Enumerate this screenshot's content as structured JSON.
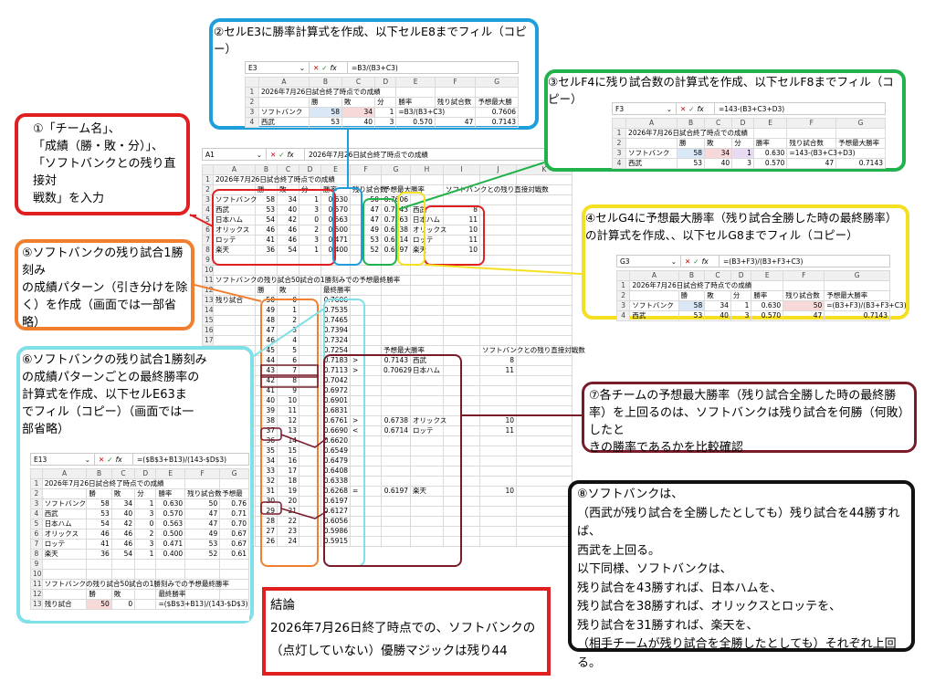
{
  "colors": {
    "red": "#e02020",
    "blue": "#1e9fdc",
    "green": "#22b24c",
    "yellow": "#f4e020",
    "orange": "#f08030",
    "cyan": "#7fe0e8",
    "maroon": "#7a1b2a",
    "black": "#111111"
  },
  "notes": {
    "n1": [
      "①「チーム名」、",
      "「成績（勝・敗・分）」、",
      "「ソフトバンクとの残り直接対",
      "戦数」を入力"
    ],
    "n2": "②セルE3に勝率計算式を作成、以下セルE8までフィル（コピー）",
    "n3": "③セルF4に残り試合数の計算式を作成、以下セルF8までフィル（コピー）",
    "n4": [
      "④セルG4に予想最大勝率（残り試合全勝した時の最終勝率）",
      "の計算式を作成、、以下セルG8までフィル（コピー）"
    ],
    "n5": [
      "⑤ソフトバンクの残り試合1勝刻み",
      "の成績パターン（引き分けを除",
      "く）を作成（画面では一部省",
      "略）"
    ],
    "n6": [
      "⑥ソフトバンクの残り試合1勝刻み",
      "の成績パターンごとの最終勝率の",
      "計算式を作成、以下セルE63ま",
      "でフィル（コピー）（画面では一",
      "部省略）"
    ],
    "n7": [
      "⑦各チームの予想最大勝率（残り試合全勝した時の最終勝",
      "率）を上回るのは、ソフトバンクは残り試合を何勝（何敗）したと",
      "きの勝率であるかを比較確認"
    ],
    "n8": [
      "⑧ソフトバンクは、",
      "（西武が残り試合を全勝したとしても）残り試合を44勝すれば、",
      "西武を上回る。",
      "以下同様、ソフトバンクは、",
      "残り試合を43勝すれば、日本ハムを、",
      "残り試合を38勝すれば、オリックスとロッテを、",
      "残り試合を31勝すれば、楽天を、",
      "（相手チームが残り試合を全勝したとしても）それぞれ上回る。"
    ],
    "conclusion": [
      "結論",
      "2026年7月26日終了時点での、ソフトバンクの",
      "（点灯していない）優勝マジックは残り44"
    ]
  },
  "sheet2": {
    "cell": "E3",
    "formula": "=B3/(B3+C3)",
    "cols": [
      "A",
      "B",
      "C",
      "D",
      "E",
      "F",
      "G"
    ],
    "rows": [
      [
        "1",
        "2026年7月26日試合終了時点での成績",
        "",
        "",
        "",
        "",
        ""
      ],
      [
        "2",
        "",
        "勝",
        "敗",
        "分",
        "勝率",
        "残り試合数",
        "予想最大勝"
      ],
      [
        "3",
        "ソフトバンク",
        "58",
        "34",
        "1",
        "=B3/(B3+C3)",
        "",
        "0.7606"
      ],
      [
        "4",
        "西武",
        "53",
        "40",
        "3",
        "0.570",
        "47",
        "0.7143"
      ]
    ]
  },
  "sheet3": {
    "cell": "F3",
    "formula": "=143-(B3+C3+D3)",
    "rows": [
      [
        "1",
        "2026年7月26日試合終了時点での成績",
        "",
        "",
        "",
        "",
        "",
        ""
      ],
      [
        "2",
        "",
        "勝",
        "敗",
        "分",
        "勝率",
        "残り試合数",
        "予想最大勝率"
      ],
      [
        "3",
        "ソフトバンク",
        "58",
        "34",
        "1",
        "0.630",
        "=143-(B3+C3+D3)",
        ""
      ],
      [
        "4",
        "西武",
        "53",
        "40",
        "3",
        "0.570",
        "47",
        "0.7143"
      ]
    ]
  },
  "sheet4": {
    "cell": "G3",
    "formula": "=(B3+F3)/(B3+F3+C3)",
    "rows": [
      [
        "1",
        "2026年7月26日試合終了時点での成績",
        "",
        "",
        "",
        "",
        "",
        ""
      ],
      [
        "2",
        "",
        "勝",
        "敗",
        "分",
        "勝率",
        "残り試合数",
        "予想最大勝率"
      ],
      [
        "3",
        "ソフトバンク",
        "58",
        "34",
        "1",
        "0.630",
        "50",
        "=(B3+F3)/(B3+F3+C3)"
      ],
      [
        "4",
        "西武",
        "53",
        "40",
        "3",
        "0.570",
        "47",
        "0.7143"
      ]
    ]
  },
  "main": {
    "cell": "A1",
    "formula": "2026年7月26日試合終了時点での成績",
    "cols": [
      "A",
      "B",
      "C",
      "D",
      "E",
      "F",
      "G",
      "H",
      "I",
      "J",
      "K"
    ],
    "title": "2026年7月26日試合終了時点での成績",
    "hdr": [
      "勝",
      "敗",
      "分",
      "勝率",
      "残り試合数",
      "予想最大勝率",
      "",
      "ソフトバンクとの残り直接対戦数"
    ],
    "teams": [
      [
        "ソフトバンク",
        "58",
        "34",
        "1",
        "0.630",
        "50",
        "0.7606",
        "",
        ""
      ],
      [
        "西武",
        "53",
        "40",
        "3",
        "0.570",
        "47",
        "0.7143",
        "西武",
        "8"
      ],
      [
        "日本ハム",
        "54",
        "42",
        "0",
        "0.563",
        "47",
        "0.7063",
        "日本ハム",
        "11"
      ],
      [
        "オリックス",
        "46",
        "46",
        "2",
        "0.500",
        "49",
        "0.6738",
        "オリックス",
        "10"
      ],
      [
        "ロッテ",
        "41",
        "46",
        "3",
        "0.471",
        "53",
        "0.6714",
        "ロッテ",
        "11"
      ],
      [
        "楽天",
        "36",
        "54",
        "1",
        "0.400",
        "52",
        "0.6197",
        "楽天",
        "10"
      ]
    ],
    "sub_title": "ソフトバンクの残り試合50試合の1勝刻みでの予想最終勝率",
    "sub_hdr": [
      "勝",
      "敗",
      "最終勝率"
    ],
    "remain_label": "残り試合",
    "pattern": [
      [
        "50",
        "0",
        "0.7606"
      ],
      [
        "49",
        "1",
        "0.7535"
      ],
      [
        "48",
        "2",
        "0.7465"
      ],
      [
        "47",
        "3",
        "0.7394"
      ],
      [
        "46",
        "4",
        "0.7324"
      ],
      [
        "45",
        "5",
        "0.7254"
      ],
      [
        "44",
        "6",
        "0.7183"
      ],
      [
        "43",
        "7",
        "0.7113"
      ],
      [
        "42",
        "8",
        "0.7042"
      ],
      [
        "41",
        "9",
        "0.6972"
      ],
      [
        "40",
        "10",
        "0.6901"
      ],
      [
        "39",
        "11",
        "0.6831"
      ],
      [
        "38",
        "12",
        "0.6761"
      ],
      [
        "37",
        "13",
        "0.6690"
      ],
      [
        "36",
        "14",
        "0.6620"
      ],
      [
        "35",
        "15",
        "0.6549"
      ],
      [
        "34",
        "16",
        "0.6479"
      ],
      [
        "33",
        "17",
        "0.6408"
      ],
      [
        "32",
        "18",
        "0.6338"
      ],
      [
        "31",
        "19",
        "0.6268"
      ],
      [
        "30",
        "20",
        "0.6197"
      ],
      [
        "29",
        "21",
        "0.6127"
      ],
      [
        "28",
        "22",
        "0.6056"
      ],
      [
        "27",
        "23",
        "0.5986"
      ],
      [
        "26",
        "24",
        "0.5915"
      ]
    ],
    "cmp_hdr": "予想最大勝率",
    "cmp": {
      "19": [
        ">",
        "0.7143",
        "西武",
        "8"
      ],
      "20": [
        ">",
        "0.70629",
        "日本ハム",
        "11"
      ],
      "25": [
        ">",
        "0.6738",
        "オリックス",
        "10"
      ],
      "26": [
        "<",
        "0.6714",
        "ロッテ",
        "11"
      ],
      "32": [
        "=",
        "0.6197",
        "楽天",
        "10"
      ]
    },
    "right_hdr": "ソフトバンクとの残り直接対戦数"
  },
  "sheet6": {
    "cell": "E13",
    "formula": "=($B$3+B13)/(143-$D$3)",
    "cols": [
      "A",
      "B",
      "C",
      "D",
      "E",
      "F",
      "G"
    ],
    "rows": [
      [
        "1",
        "2026年7月26日試合終了時点での成績",
        "",
        "",
        "",
        "",
        "",
        ""
      ],
      [
        "2",
        "",
        "勝",
        "敗",
        "分",
        "勝率",
        "残り試合数",
        "予想最"
      ],
      [
        "3",
        "ソフトバンク",
        "58",
        "34",
        "1",
        "0.630",
        "50",
        "0.76"
      ],
      [
        "4",
        "西武",
        "53",
        "40",
        "3",
        "0.570",
        "47",
        "0.71"
      ],
      [
        "5",
        "日本ハム",
        "54",
        "42",
        "0",
        "0.563",
        "47",
        "0.70"
      ],
      [
        "6",
        "オリックス",
        "46",
        "46",
        "2",
        "0.500",
        "49",
        "0.67"
      ],
      [
        "7",
        "ロッテ",
        "41",
        "46",
        "3",
        "0.471",
        "53",
        "0.67"
      ],
      [
        "8",
        "楽天",
        "36",
        "54",
        "1",
        "0.400",
        "52",
        "0.61"
      ],
      [
        "9",
        "",
        "",
        "",
        "",
        "",
        "",
        ""
      ],
      [
        "10",
        "",
        "",
        "",
        "",
        "",
        "",
        ""
      ],
      [
        "11",
        "ソフトバンクの残り試合50試合の1勝刻みでの予想最終勝率",
        "",
        "",
        "",
        "",
        "",
        ""
      ],
      [
        "12",
        "",
        "勝",
        "敗",
        "",
        "最終勝率",
        "",
        ""
      ],
      [
        "13",
        "残り試合",
        "50",
        "0",
        "",
        "=($B$3+B13)/(143-$D$3)",
        "",
        ""
      ]
    ]
  }
}
